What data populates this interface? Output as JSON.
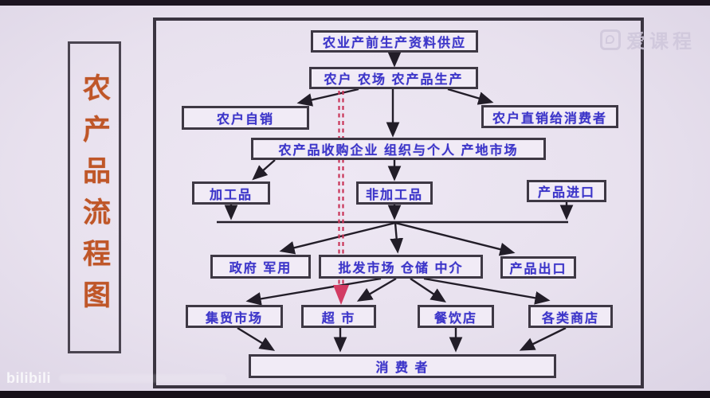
{
  "diagram": {
    "type": "flowchart",
    "title_vertical": "农产品流程图"
  },
  "watermarks": {
    "icourse": "爱课程",
    "bilibili": "bilibili"
  },
  "nodes": {
    "supply": "农业产前生产资料供应",
    "production": "农户 农场 农产品生产",
    "self_sale": "农户自销",
    "direct_sale": "农户直销给消费者",
    "purchase": "农产品收购企业 组织与个人 产地市场",
    "processed": "加工品",
    "unprocessed": "非加工品",
    "import": "产品进口",
    "government": "政府 军用",
    "wholesale": "批发市场 仓储 中介",
    "export": "产品出口",
    "bazaar": "集贸市场",
    "supermarket": "超  市",
    "restaurant": "餐饮店",
    "shops": "各类商店",
    "consumer": "消 费 者"
  },
  "edges": [
    {
      "from": "supply",
      "to": "production",
      "style": "solid"
    },
    {
      "from": "production",
      "to": "self_sale",
      "style": "solid"
    },
    {
      "from": "production",
      "to": "purchase",
      "style": "solid"
    },
    {
      "from": "production",
      "to": "direct_sale",
      "style": "solid"
    },
    {
      "from": "purchase",
      "to": "processed",
      "style": "solid"
    },
    {
      "from": "purchase",
      "to": "unprocessed",
      "style": "solid"
    },
    {
      "from": "processed",
      "to": "distribution-junction",
      "style": "solid"
    },
    {
      "from": "unprocessed",
      "to": "distribution-junction",
      "style": "solid"
    },
    {
      "from": "import",
      "to": "distribution-junction",
      "style": "solid"
    },
    {
      "from": "distribution-junction",
      "to": "government",
      "style": "solid"
    },
    {
      "from": "distribution-junction",
      "to": "wholesale",
      "style": "solid"
    },
    {
      "from": "distribution-junction",
      "to": "export",
      "style": "solid"
    },
    {
      "from": "wholesale",
      "to": "bazaar",
      "style": "solid"
    },
    {
      "from": "wholesale",
      "to": "supermarket",
      "style": "solid"
    },
    {
      "from": "wholesale",
      "to": "restaurant",
      "style": "solid"
    },
    {
      "from": "wholesale",
      "to": "shops",
      "style": "solid"
    },
    {
      "from": "bazaar",
      "to": "consumer",
      "style": "solid"
    },
    {
      "from": "supermarket",
      "to": "consumer",
      "style": "solid"
    },
    {
      "from": "restaurant",
      "to": "consumer",
      "style": "solid"
    },
    {
      "from": "shops",
      "to": "consumer",
      "style": "solid"
    },
    {
      "from": "production",
      "to": "supermarket",
      "style": "red-dashed-emphasis"
    }
  ],
  "colors": {
    "node_text": "#3c35c9",
    "node_border": "#3e3844",
    "title_text": "#bf5628",
    "background": "#e8e1ee",
    "emphasis_arrow": "#d23b63",
    "edge": "#221d28"
  }
}
